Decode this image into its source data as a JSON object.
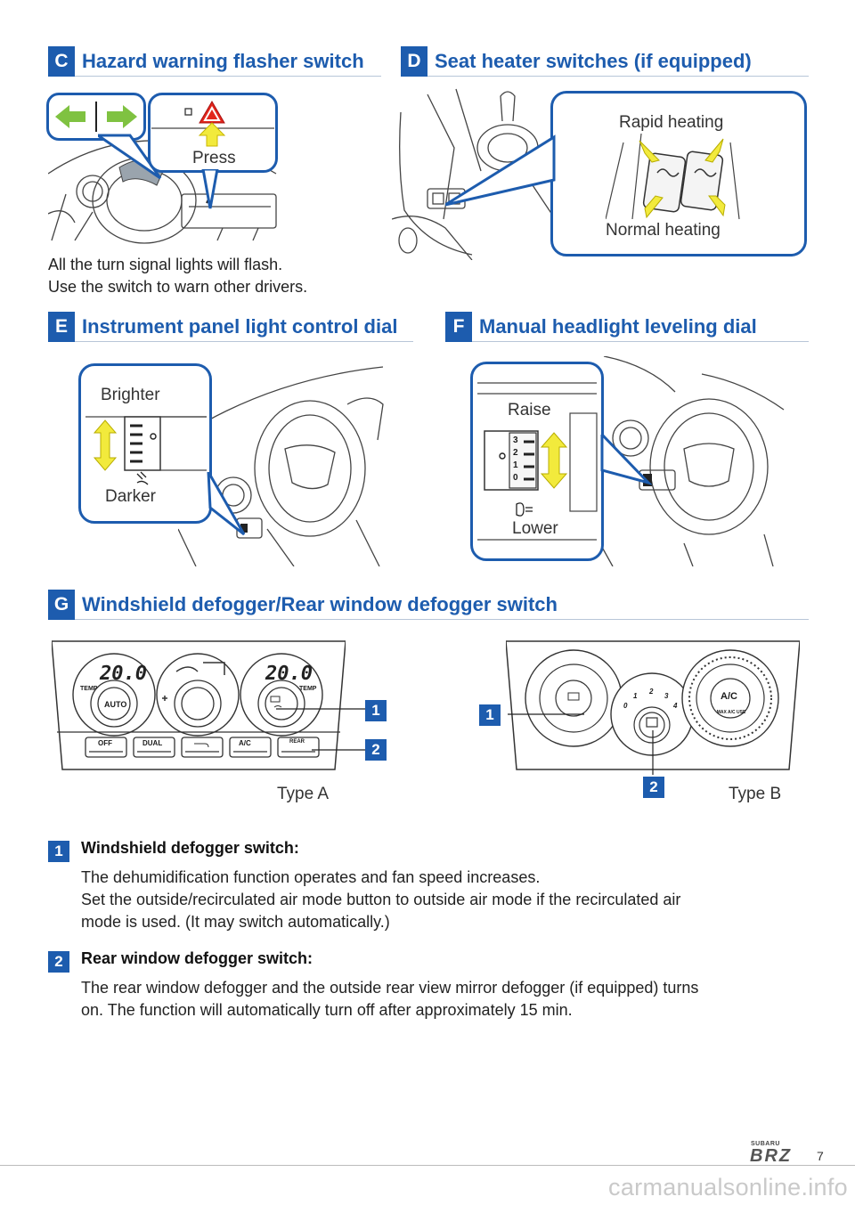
{
  "sections": {
    "c": {
      "letter": "C",
      "title": "Hazard warning flasher switch",
      "press_label": "Press",
      "desc": [
        "All the turn signal lights will flash.",
        "Use the switch to warn other drivers."
      ]
    },
    "d": {
      "letter": "D",
      "title": "Seat heater switches (if equipped)",
      "rapid_label": "Rapid heating",
      "normal_label": "Normal heating"
    },
    "e": {
      "letter": "E",
      "title": "Instrument panel light control dial",
      "brighter_label": "Brighter",
      "darker_label": "Darker"
    },
    "f": {
      "letter": "F",
      "title": "Manual headlight leveling dial",
      "raise_label": "Raise",
      "lower_label": "Lower",
      "dial_marks": [
        "3",
        "2",
        "1",
        "0"
      ]
    },
    "g": {
      "letter": "G",
      "title": "Windshield defogger/Rear window defogger switch",
      "type_a_label": "Type A",
      "type_b_label": "Type B",
      "panel_a": {
        "display_left": "20.0",
        "display_right": "20.0",
        "temp_label": "TEMP",
        "auto_label": "AUTO",
        "buttons": [
          "OFF",
          "DUAL",
          "",
          "A/C",
          "REAR"
        ]
      },
      "panel_b": {
        "mode_labels": [
          "0",
          "1",
          "2",
          "3",
          "4"
        ],
        "ac_label": "A/C",
        "max_ac_label": "MAX A/C USE"
      }
    }
  },
  "items": [
    {
      "num": "1",
      "title": "Windshield defogger switch:",
      "lines": [
        "The dehumidification function operates and fan speed increases.",
        "Set the outside/recirculated air mode button to outside air mode if the recirculated air",
        "mode is used. (It may switch automatically.)"
      ]
    },
    {
      "num": "2",
      "title": "Rear window defogger switch:",
      "lines": [
        "The rear window defogger and the outside rear view mirror defogger (if equipped) turns",
        "on. The function will automatically turn off after approximately 15 min."
      ]
    }
  ],
  "footer": {
    "brand_small": "SUBARU",
    "brand_big": "BRZ",
    "page_number": "7",
    "watermark": "carmanualsonline.info"
  },
  "colors": {
    "accent": "#1d5cae",
    "arrow_green": "#7fc241",
    "arrow_yellow": "#f2ea3c"
  }
}
